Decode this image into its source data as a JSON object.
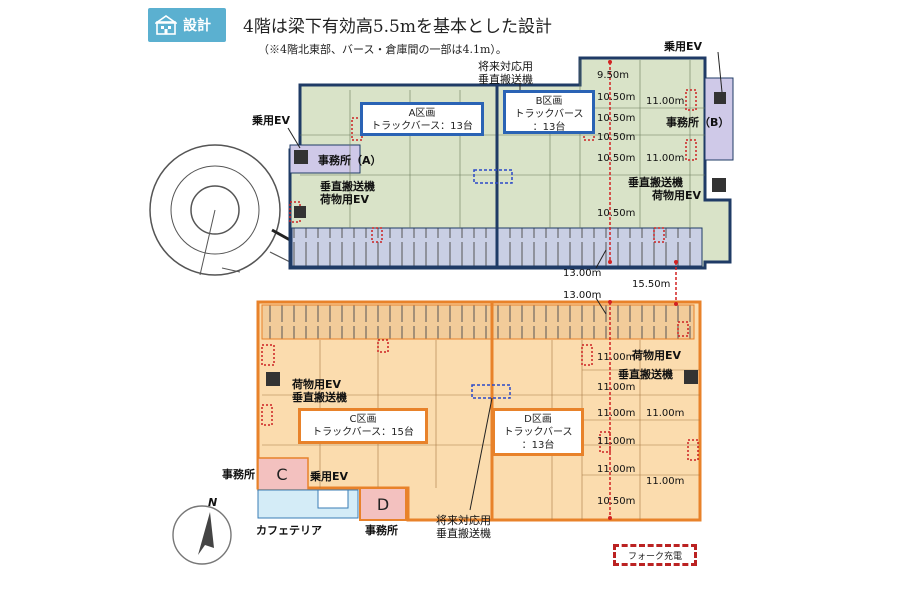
{
  "header": {
    "badge": "設計",
    "title": "4階は梁下有効高5.5mを基本とした設計",
    "subtitle": "（※4階北東部、バース・倉庫間の一部は4.1m）。"
  },
  "zones": {
    "a": {
      "name": "A区画",
      "berths": "トラックバース：13台"
    },
    "b": {
      "name": "B区画",
      "berths_1": "トラックバース",
      "berths_2": "：13台"
    },
    "c": {
      "name": "C区画",
      "berths": "トラックバース：15台"
    },
    "d": {
      "name": "D区画",
      "berths": "トラックバース",
      "count": "：13台"
    }
  },
  "labels": {
    "future_conveyor_top_1": "将来対応用",
    "future_conveyor_top_2": "垂直搬送機",
    "passenger_ev_top_right": "乗用EV",
    "passenger_ev_left": "乗用EV",
    "office_a": "事務所（A）",
    "office_b": "事務所（B）",
    "conveyor_a": "垂直搬送機",
    "freight_ev_a": "荷物用EV",
    "conveyor_b": "垂直搬送機",
    "freight_ev_b": "荷物用EV",
    "freight_ev_d": "荷物用EV",
    "conveyor_d": "垂直搬送機",
    "freight_ev_c": "荷物用EV",
    "conveyor_c": "垂直搬送機",
    "office_left": "事務所",
    "office_c_letter": "C",
    "office_d_letter": "D",
    "passenger_ev_c": "乗用EV",
    "cafeteria": "カフェテリア",
    "office_bottom": "事務所",
    "future_conveyor_bottom_1": "将来対応用",
    "future_conveyor_bottom_2": "垂直搬送機",
    "north": "N",
    "legend": "フォーク充電"
  },
  "dimensions": {
    "d1": "9.50m",
    "d2": "10.50m",
    "d3": "11.00m",
    "d4": "10.50m",
    "d5": "10.50m",
    "d6": "11.00m",
    "d7": "10.50m",
    "d8": "10.50m",
    "d9": "13.00m",
    "d10": "15.50m",
    "d11": "13.00m",
    "d12": "11.00m",
    "d13": "11.00m",
    "d14": "11.00m",
    "d15": "11.00m",
    "d16": "11.00m",
    "d17": "11.00m",
    "d18": "11.00m",
    "d19": "10.50m"
  },
  "colors": {
    "north_block_fill": "#d9e3c8",
    "north_block_border": "#1f3b66",
    "south_block_fill": "#fbdcae",
    "south_block_border": "#e8822a",
    "berth_fill": "#c9cfe4",
    "zone_box_blue": "#2a63b5",
    "zone_box_orange": "#e8822a",
    "dimension_marker": "#d22222",
    "office_c_fill": "#f3c1bf",
    "cafeteria_fill": "#d4ecf7",
    "header_badge": "#5bb0d0"
  },
  "icons": {
    "badge": "building-icon",
    "compass": "north-arrow-icon"
  }
}
